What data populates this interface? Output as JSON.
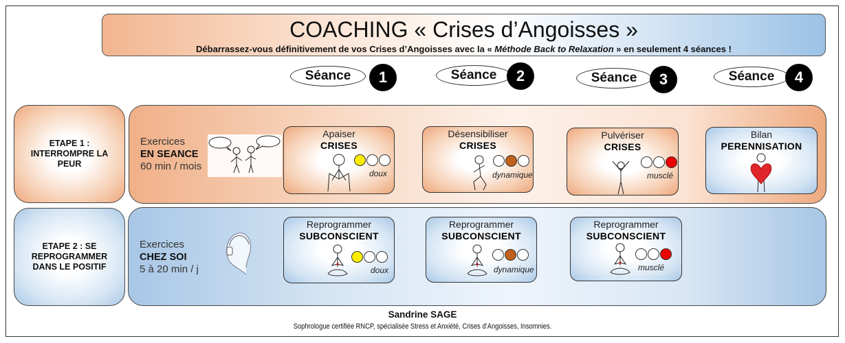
{
  "header": {
    "title": "COACHING « Crises d’Angoisses »",
    "subtitle_pre": "Débarrassez-vous définitivement de vos Crises d’Angoisses avec la « ",
    "subtitle_method": "Méthode Back to Relaxation",
    "subtitle_post": " » en seulement 4 séances !"
  },
  "seances": [
    {
      "label": "Séance",
      "number": "1"
    },
    {
      "label": "Séance",
      "number": "2"
    },
    {
      "label": "Séance",
      "number": "3"
    },
    {
      "label": "Séance",
      "number": "4"
    }
  ],
  "etape1": {
    "label": "ETAPE 1 : INTERROMPRE LA PEUR",
    "ex_line1": "Exercices",
    "ex_line2": "EN SEANCE",
    "ex_line3": "60 min / mois",
    "cards": [
      {
        "title": "Apaiser",
        "subtitle": "CRISES",
        "intensity": "doux",
        "level": 1,
        "color": "#ffee00"
      },
      {
        "title": "Désensibiliser",
        "subtitle": "CRISES",
        "intensity": "dynamique",
        "level": 2,
        "color": "#c0601a"
      },
      {
        "title": "Pulvériser",
        "subtitle": "CRISES",
        "intensity": "musclé",
        "level": 3,
        "color": "#ee0000"
      },
      {
        "title": "Bilan",
        "subtitle": "PERENNISATION"
      }
    ]
  },
  "etape2": {
    "label": "ETAPE 2 : SE REPROGRAMMER DANS LE POSITIF",
    "ex_line1": "Exercices",
    "ex_line2": "CHEZ SOI",
    "ex_line3": "5 à 20 min / j",
    "cards": [
      {
        "title": "Reprogrammer",
        "subtitle": "SUBCONSCIENT",
        "intensity": "doux",
        "level": 1,
        "color": "#ffee00"
      },
      {
        "title": "Reprogrammer",
        "subtitle": "SUBCONSCIENT",
        "intensity": "dynamique",
        "level": 2,
        "color": "#c0601a"
      },
      {
        "title": "Reprogrammer",
        "subtitle": "SUBCONSCIENT",
        "intensity": "musclé",
        "level": 3,
        "color": "#ee0000"
      }
    ]
  },
  "footer": {
    "name": "Sandrine SAGE",
    "description": "Sophrologue certifiée RNCP, spécialisée Stress et Anxiété, Crises d’Angoisses, Insomnies."
  }
}
